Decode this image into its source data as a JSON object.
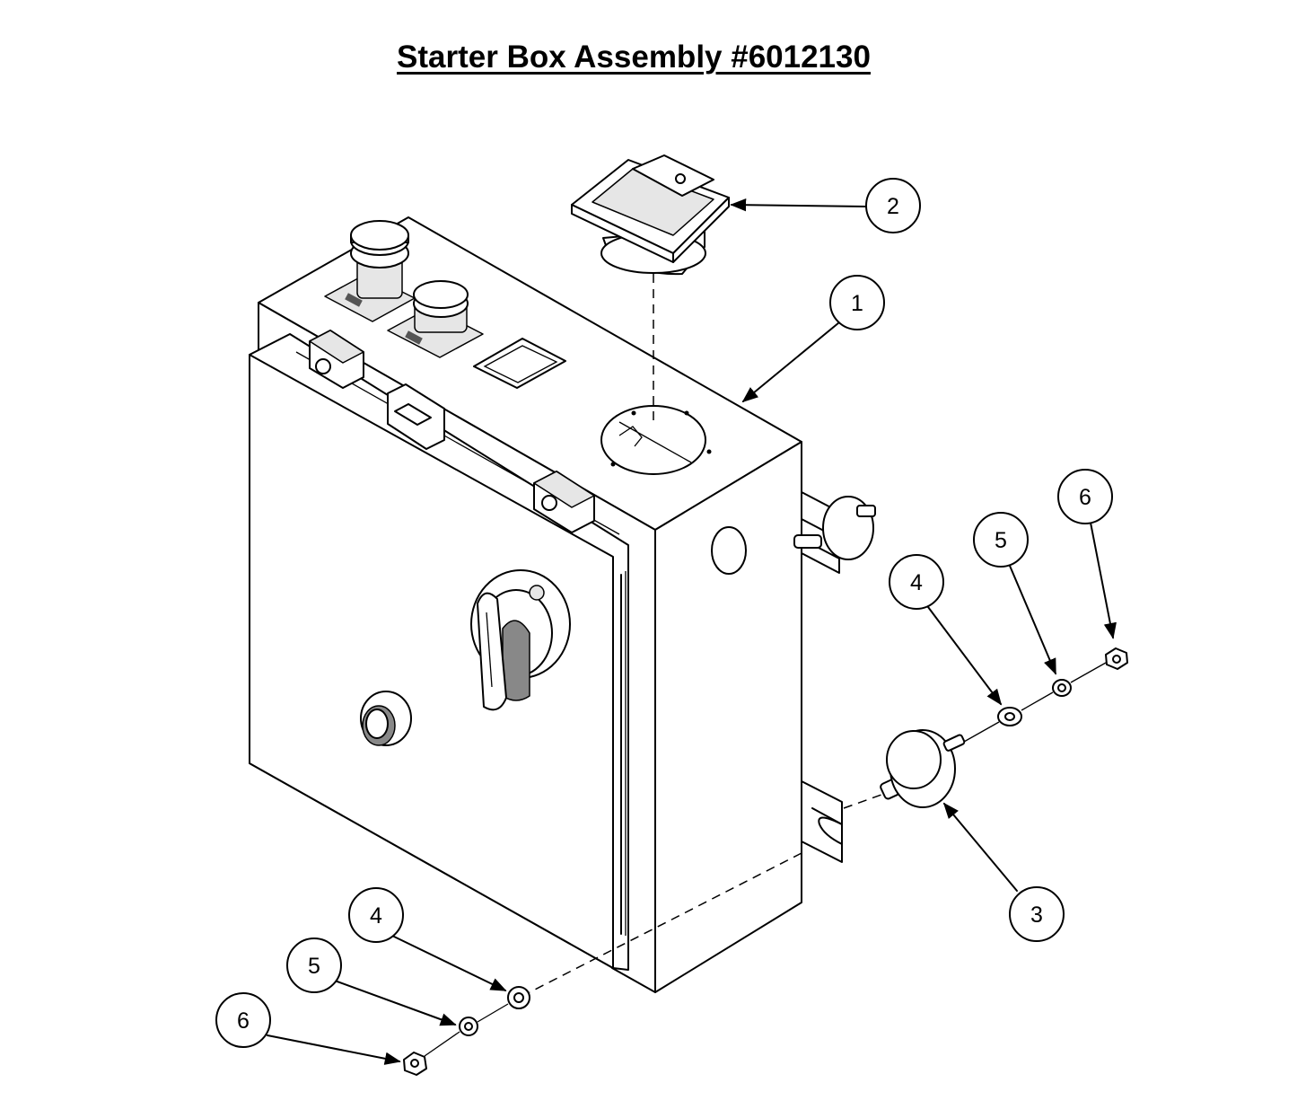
{
  "title": "Starter Box Assembly #6012130",
  "callouts": [
    {
      "number": "1",
      "part": "starter-box-enclosure"
    },
    {
      "number": "2",
      "part": "cover-cap"
    },
    {
      "number": "3",
      "part": "rubber-mount"
    },
    {
      "number": "4",
      "part": "flat-washer"
    },
    {
      "number": "5",
      "part": "lock-washer"
    },
    {
      "number": "6",
      "part": "hex-nut"
    },
    {
      "number": "4",
      "part": "flat-washer"
    },
    {
      "number": "5",
      "part": "lock-washer"
    },
    {
      "number": "6",
      "part": "hex-nut"
    }
  ]
}
